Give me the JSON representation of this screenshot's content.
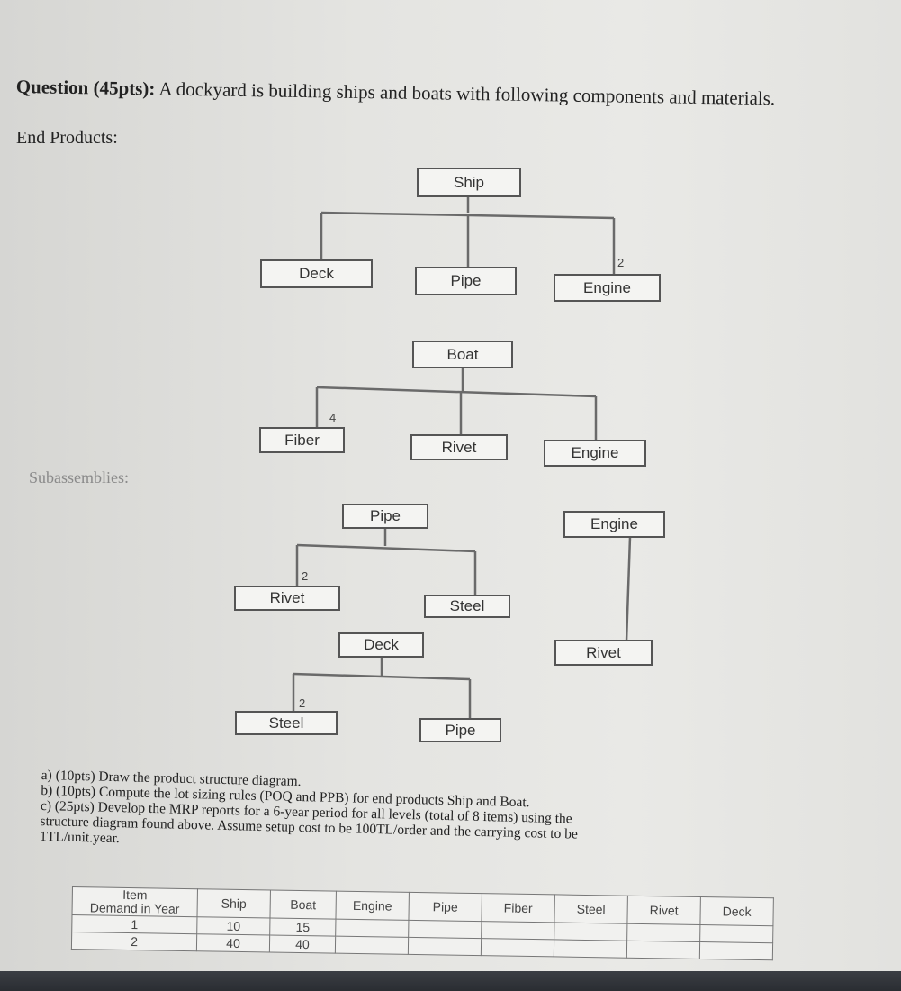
{
  "question": {
    "label": "Question (45pts):",
    "text": "A dockyard is building ships and boats with following components and materials."
  },
  "sections": {
    "end_products": "End Products:",
    "subassemblies": "Subassemblies:"
  },
  "trees": {
    "ship": {
      "root": "Ship",
      "children": [
        "Deck",
        "Pipe",
        "Engine"
      ],
      "engine_qty": "2"
    },
    "boat": {
      "root": "Boat",
      "children": [
        "Fiber",
        "Rivet",
        "Engine"
      ],
      "fiber_qty": "4"
    },
    "pipe": {
      "root": "Pipe",
      "children": [
        "Rivet",
        "Steel"
      ],
      "rivet_qty": "2"
    },
    "engine": {
      "root": "Engine",
      "children": [
        "Rivet"
      ]
    },
    "deck": {
      "root": "Deck",
      "children": [
        "Steel",
        "Pipe"
      ],
      "steel_qty": "2"
    }
  },
  "parts": {
    "a": "a) (10pts) Draw the product structure diagram.",
    "b": "b) (10pts) Compute the lot sizing rules (POQ and PPB) for end products Ship and Boat.",
    "c1": "c) (25pts) Develop the MRP reports for a 6-year period for all levels (total of 8 items) using the",
    "c2": "structure diagram found above. Assume setup cost to be 100TL/order and the carrying cost to be",
    "c3": "1TL/unit.year."
  },
  "table": {
    "item_label": "Item",
    "demand_label": "Demand in Year",
    "columns": [
      "Ship",
      "Boat",
      "Engine",
      "Pipe",
      "Fiber",
      "Steel",
      "Rivet",
      "Deck"
    ],
    "rows": [
      {
        "year": "1",
        "ship": "10",
        "boat": "15"
      },
      {
        "year": "2",
        "ship": "40",
        "boat": "40"
      }
    ]
  }
}
